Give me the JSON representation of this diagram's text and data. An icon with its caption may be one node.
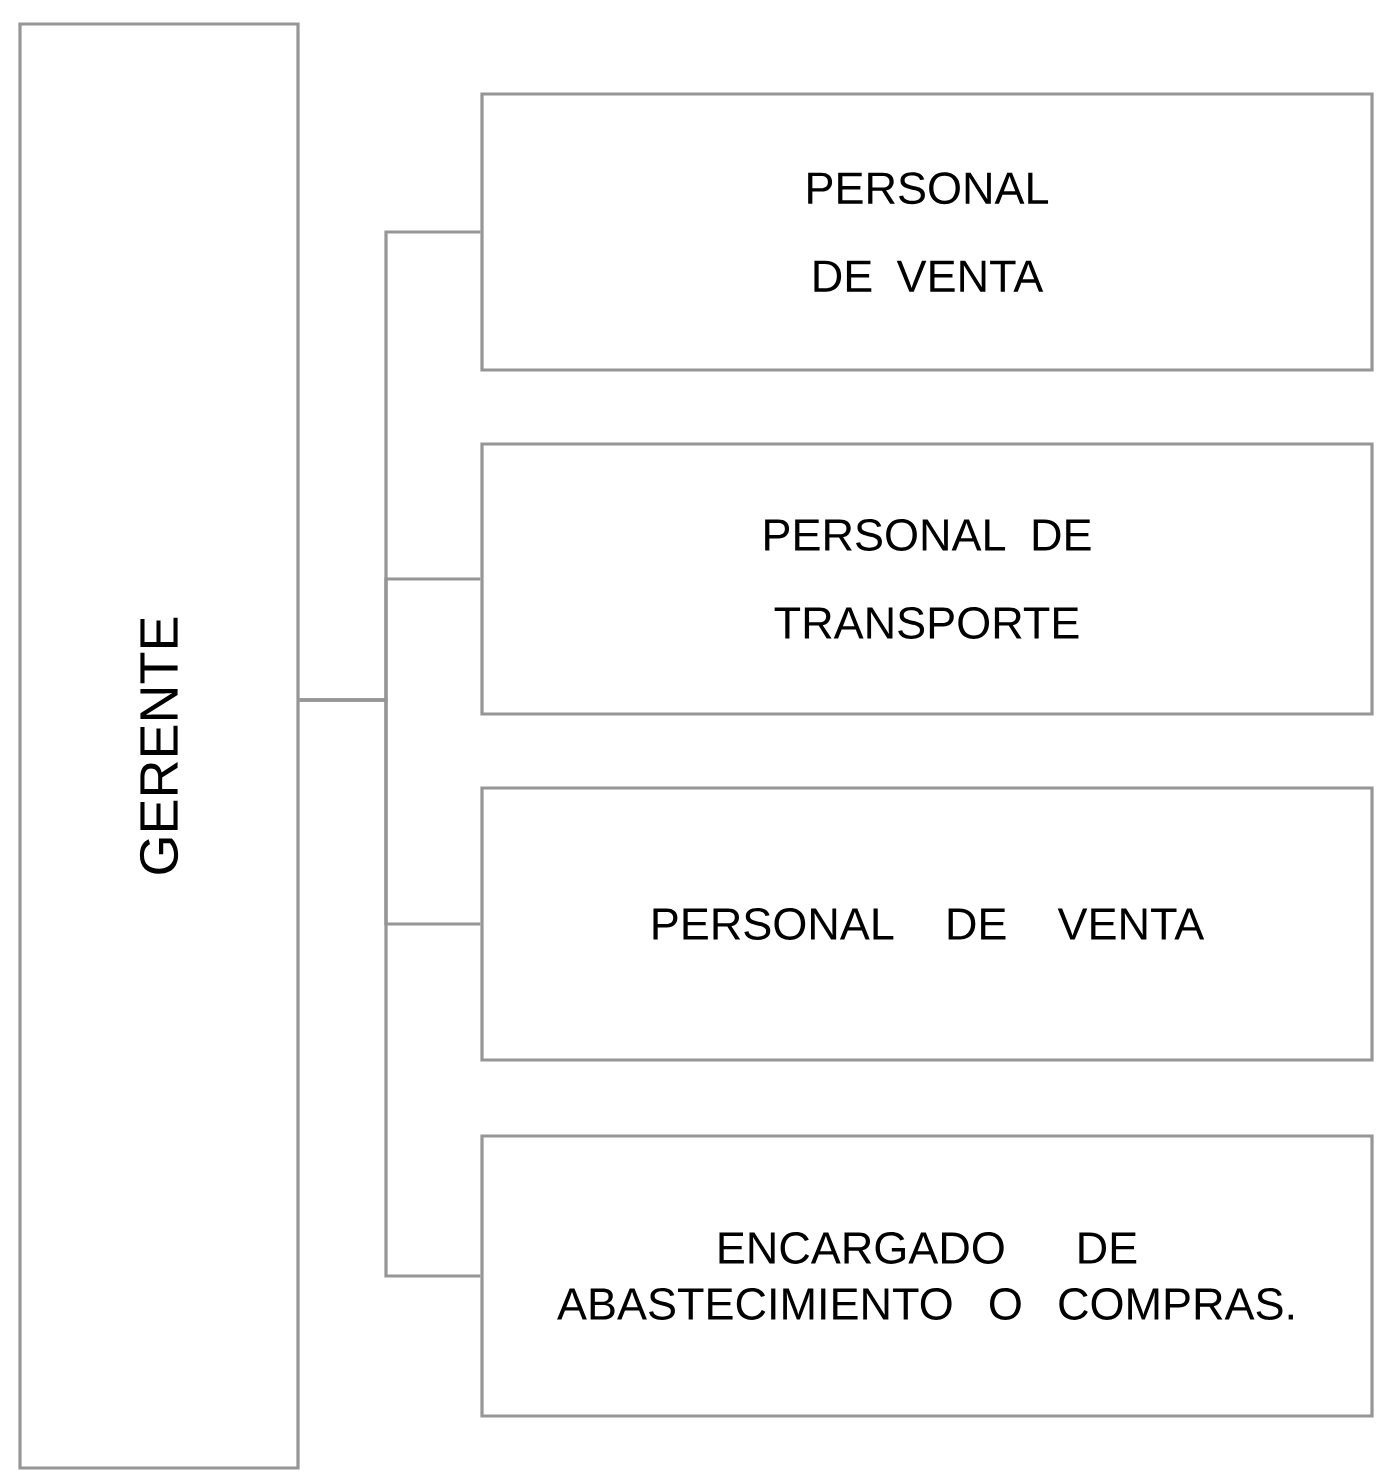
{
  "diagram": {
    "nodes": [
      {
        "text": [
          "GERENTE"
        ]
      },
      {
        "text": [
          "PERSONAL DE VENTA"
        ]
      },
      {
        "text": [
          "PERSONAL DE TRANSPORTE"
        ]
      },
      {
        "text": [
          "PERSONAL DE VENTA"
        ]
      },
      {
        "text": [
          "ENCARGADO DE ABASTECIMIENTO O COMPRAS."
        ]
      }
    ],
    "edges": [
      {
        "from": 0,
        "to": 1,
        "arrow": "none"
      },
      {
        "from": 0,
        "to": 2,
        "arrow": "none"
      },
      {
        "from": 0,
        "to": 3,
        "arrow": "none"
      },
      {
        "from": 0,
        "to": 4,
        "arrow": "none"
      }
    ]
  }
}
